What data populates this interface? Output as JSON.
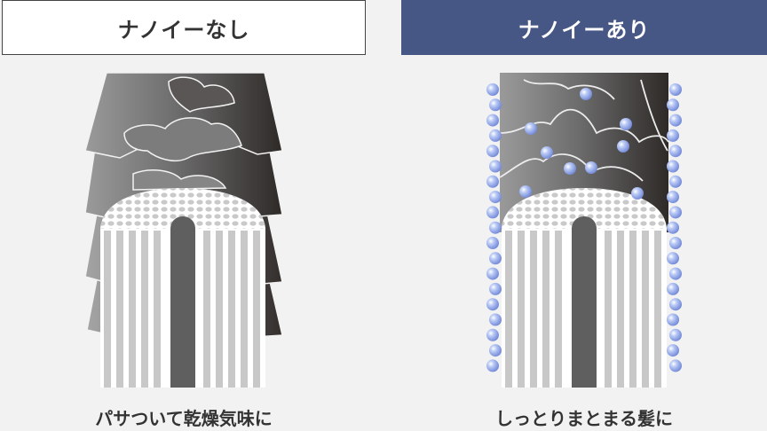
{
  "left_panel": {
    "title": "ナノイーなし",
    "caption": "パサついて乾燥気味に"
  },
  "right_panel": {
    "title": "ナノイーあり",
    "caption": "しっとりまとまる髪に"
  },
  "colors": {
    "header_active": "#475785",
    "particle": "#8fa6e6"
  }
}
